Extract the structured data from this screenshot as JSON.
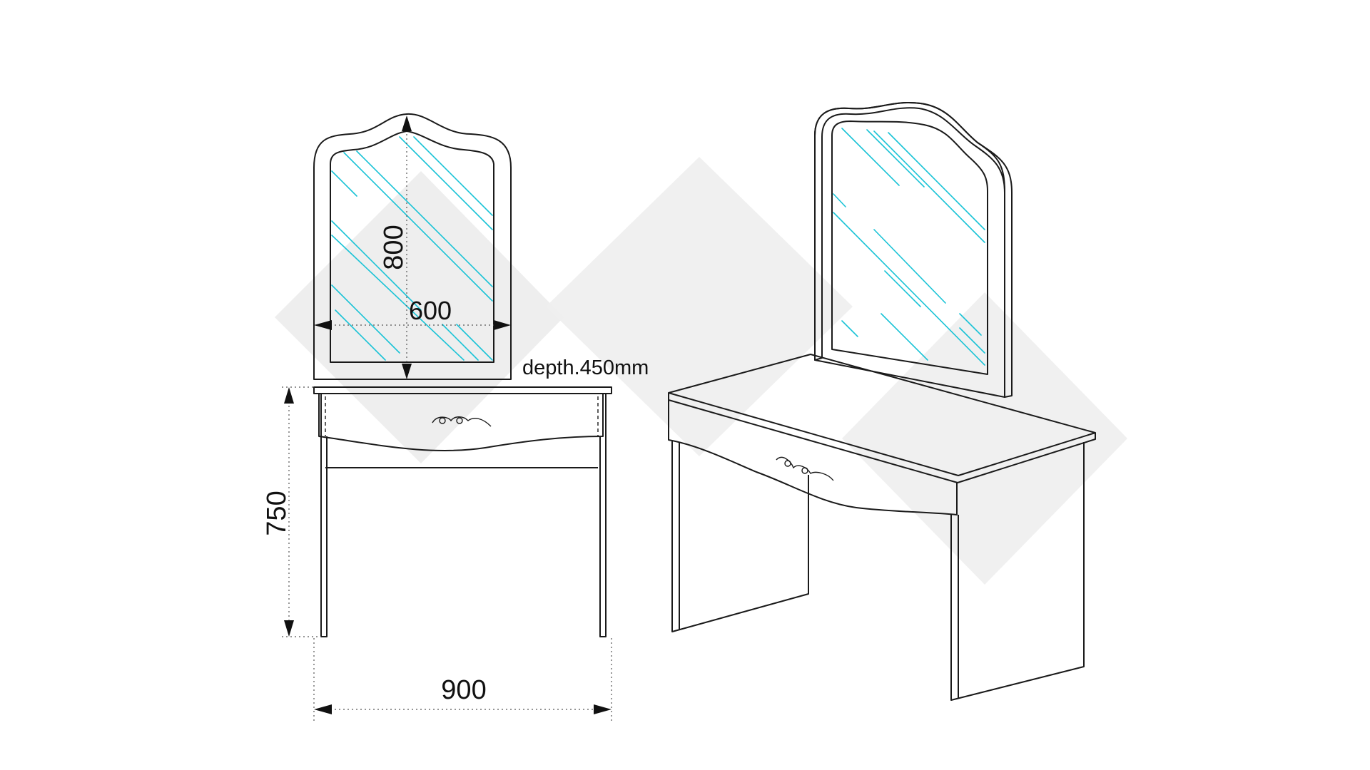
{
  "dimensions": {
    "mirror_height": "800",
    "mirror_width": "600",
    "depth": "depth.450mm",
    "table_height": "750",
    "table_width": "900"
  },
  "colors": {
    "background": "#ffffff",
    "outline": "#1a1a1a",
    "glass_reflection": "#19c3d6",
    "watermark": "#eeeeee",
    "dimension_line": "#555555"
  }
}
